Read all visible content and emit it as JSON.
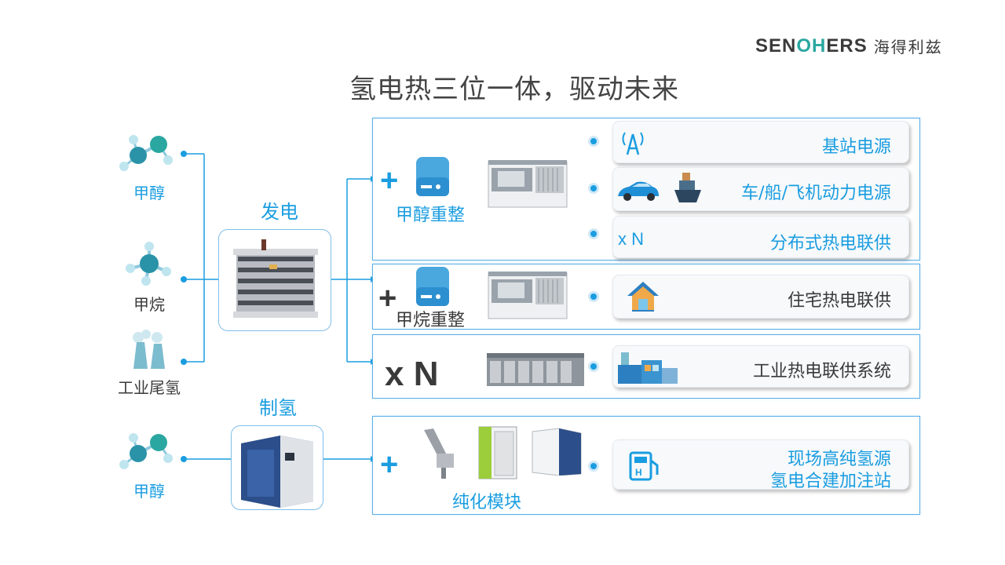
{
  "logo": {
    "en_prefix": "SEN",
    "en_oh": "OH",
    "en_suffix": "ERS",
    "cn": "海得利兹"
  },
  "title": "氢电热三位一体，驱动未来",
  "sources": {
    "methanol_top": "甲醇",
    "methane": "甲烷",
    "industrial_tail_gas": "工业尾氢",
    "methanol_bottom": "甲醇"
  },
  "sections": {
    "power": "发电",
    "hydrogen": "制氢"
  },
  "row1": {
    "plus": "+",
    "caption": "甲醇重整",
    "outputs": [
      "基站电源",
      "车/船/飞机动力电源",
      "分布式热电联供"
    ],
    "multiplier": "x N"
  },
  "row2": {
    "plus": "+",
    "caption": "甲烷重整",
    "output": "住宅热电联供"
  },
  "row3": {
    "multiplier": "x N",
    "output": "工业热电联供系统"
  },
  "row4": {
    "plus": "+",
    "caption": "纯化模块",
    "output_line1": "现场高纯氢源",
    "output_line2": "氢电合建加注站"
  },
  "colors": {
    "accent": "#1a9de0",
    "brand_green": "#2aa7a1",
    "text": "#3a3a3a"
  }
}
